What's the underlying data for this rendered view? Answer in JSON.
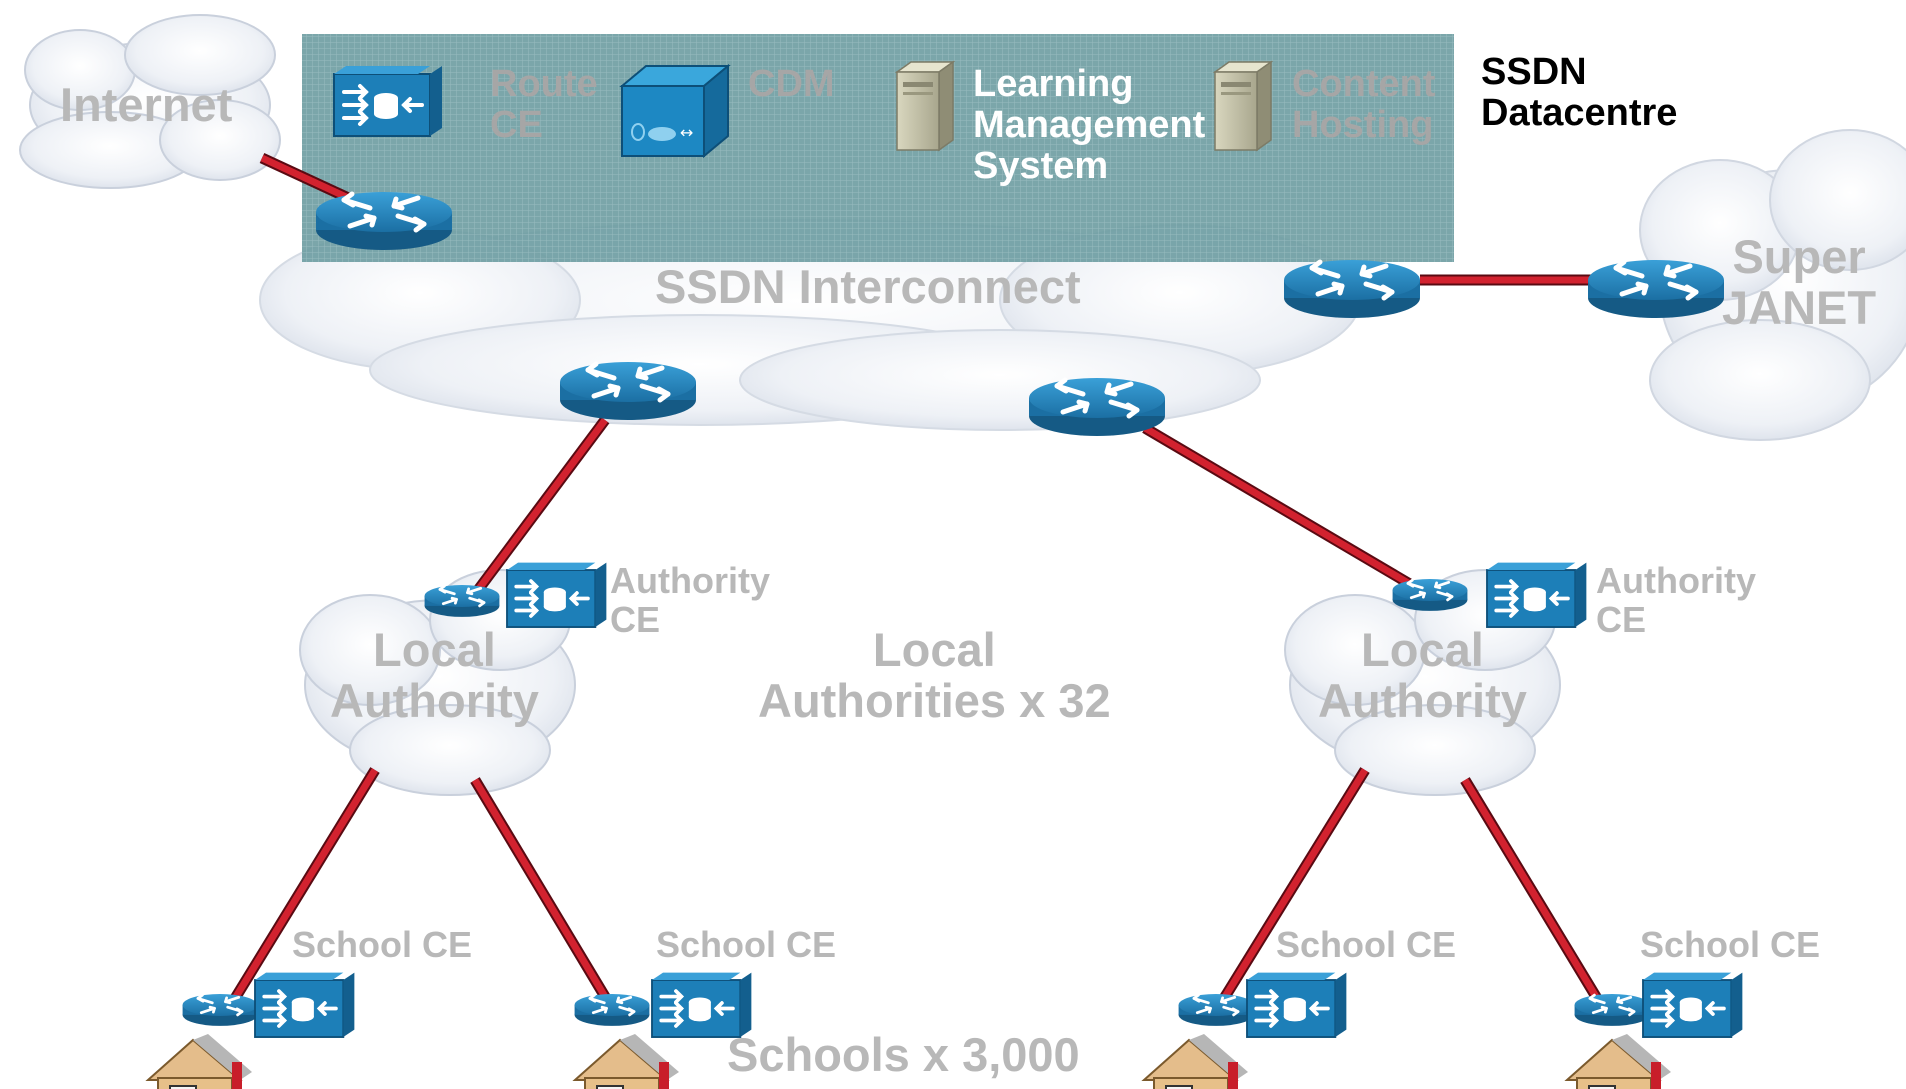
{
  "datacentre": {
    "title_line1": "SSDN",
    "title_line2": "Datacentre",
    "route_ce_line1": "Route",
    "route_ce_line2": "CE",
    "cdm": "CDM",
    "lms_line1": "Learning",
    "lms_line2": "Management",
    "lms_line3": "System",
    "content_line1": "Content",
    "content_line2": "Hosting"
  },
  "clouds": {
    "internet": "Internet",
    "interconnect": "SSDN Interconnect",
    "super_line1": "Super",
    "super_line2": "JANET",
    "local_line1": "Local",
    "local_line2": "Authority"
  },
  "labels": {
    "authority_ce_line1": "Authority",
    "authority_ce_line2": "CE",
    "authorities_line1": "Local",
    "authorities_line2": "Authorities x 32",
    "school_ce": "School CE",
    "schools": "Schools x 3,000"
  },
  "icons": [
    "router-icon",
    "content-engine-icon",
    "cdm-icon",
    "server-icon",
    "school-building-icon",
    "cloud-icon"
  ],
  "colors": {
    "link": "#c8102e",
    "router": "#1d7fb8",
    "datacentre_band": "#6f9ea3",
    "cloud": "#eef1f6",
    "label_grey": "#b8b8b8"
  }
}
